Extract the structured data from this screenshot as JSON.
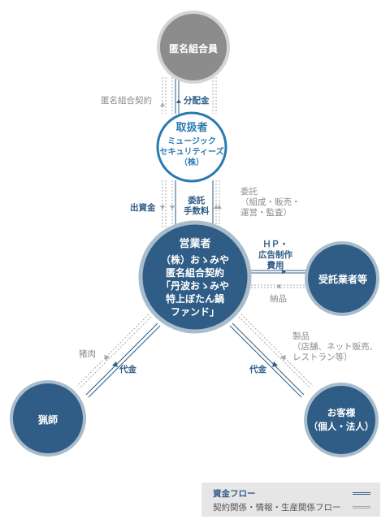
{
  "nodes": {
    "investor": "匿名組合員",
    "handler": {
      "title": "取扱者",
      "name": "ミュージック\nセキュリティーズ\n（株）"
    },
    "operator": {
      "title": "営業者",
      "name": "（株）おゝみや\n匿名組合契約\n「丹波おゝみや\n特上ぼたん鍋\nファンド」"
    },
    "contractor": "受託業者等",
    "hunter": "猟師",
    "customer": "お客様\n（個人・法人）"
  },
  "labels": {
    "contract_top": "匿名組合契約",
    "distribution": "分配金",
    "investment": "出資金",
    "commission": "委託\n手数料",
    "entrust": "委託\n（組成・販売・\n運営・監査）",
    "hp": "ＨＰ・\n広告制作\n費用",
    "delivery": "納品",
    "meat": "猪肉",
    "payment_left": "代金",
    "payment_right": "代金",
    "product": "製品\n（店舗、ネット販売、\nレストラン等）"
  },
  "legend": {
    "money": "資金フロー",
    "contract": "契約関係・情報・生産関係フロー"
  },
  "colors": {
    "navy": "#2f5d86",
    "gray_node": "#8c8c8c",
    "handler_fill": "#ffffff",
    "handler_text": "#2a7ab0",
    "money_line": "#2f5d86",
    "info_line": "#a0a0a0"
  }
}
